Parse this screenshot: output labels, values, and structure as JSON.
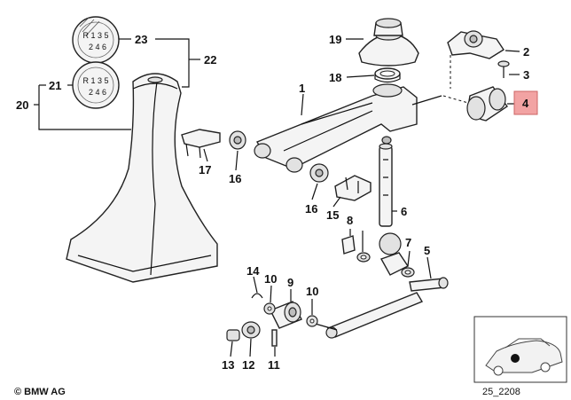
{
  "labels": {
    "p1": "1",
    "p2": "2",
    "p3": "3",
    "p4": "4",
    "p5": "5",
    "p6": "6",
    "p7": "7",
    "p8": "8",
    "p9": "9",
    "p10a": "10",
    "p10b": "10",
    "p11": "11",
    "p12": "12",
    "p13": "13",
    "p14": "14",
    "p15": "15",
    "p16a": "16",
    "p16b": "16",
    "p17": "17",
    "p18": "18",
    "p19": "19",
    "p20": "20",
    "p21": "21",
    "p22": "22",
    "p23": "23"
  },
  "highlight": {
    "part": "4",
    "color": "#f2a3a3"
  },
  "knob_patterns": {
    "upper": {
      "top": "R 1 3 5",
      "bottom": "2 4 6"
    },
    "lower": {
      "top": "R 1 3 5",
      "bottom": "2 4 6"
    }
  },
  "footer": {
    "brand": "© BMW AG",
    "diagram_code": "25_2208"
  }
}
